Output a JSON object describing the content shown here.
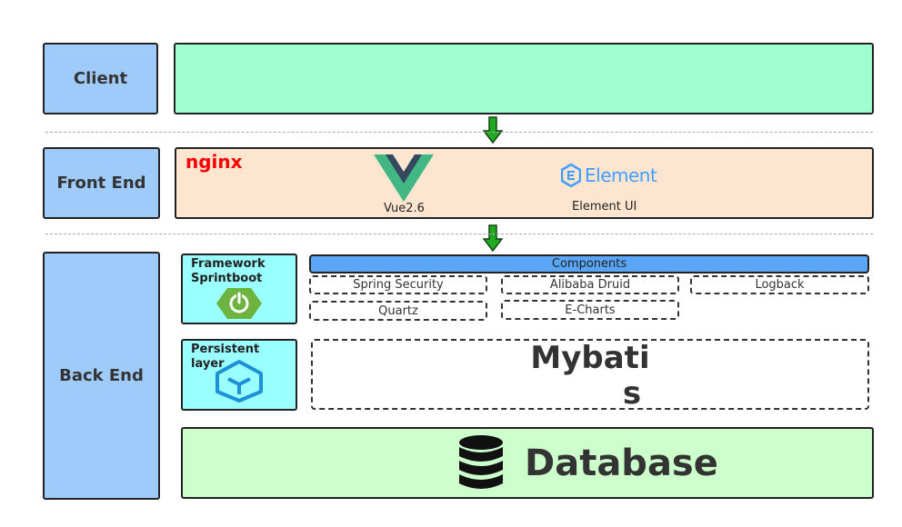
{
  "layers": {
    "client": {
      "label": "Client"
    },
    "frontend": {
      "label": "Front End"
    },
    "backend": {
      "label": "Back End"
    }
  },
  "frontend": {
    "server": "nginx",
    "vue": "Vue2.6",
    "element_logo": "Element",
    "element_label": "Element UI"
  },
  "backend": {
    "framework_title": "Framework Sprintboot",
    "persistent_title": "Persistent layer",
    "components_header": "Components",
    "components": [
      "Spring Security",
      "Alibaba Druid",
      "Logback",
      "Quartz",
      "E-Charts"
    ],
    "mybatis_line1": "Mybati",
    "mybatis_line2": "s",
    "database": "Database"
  },
  "colors": {
    "label_blue": "#9fcbfb",
    "client_green": "#9fffcf",
    "frontend_peach": "#fde5d0",
    "cyan": "#99ffff",
    "components_blue": "#5aa5f5",
    "database_green": "#ccffcc",
    "arrow_green": "#22aa22",
    "nginx_red": "#ff0000",
    "element_blue": "#409eff",
    "spring_green": "#6db33f"
  },
  "icons": [
    "arrow-down-icon",
    "vue-logo-icon",
    "element-logo-icon",
    "spring-power-icon",
    "cube-icon",
    "database-icon"
  ]
}
